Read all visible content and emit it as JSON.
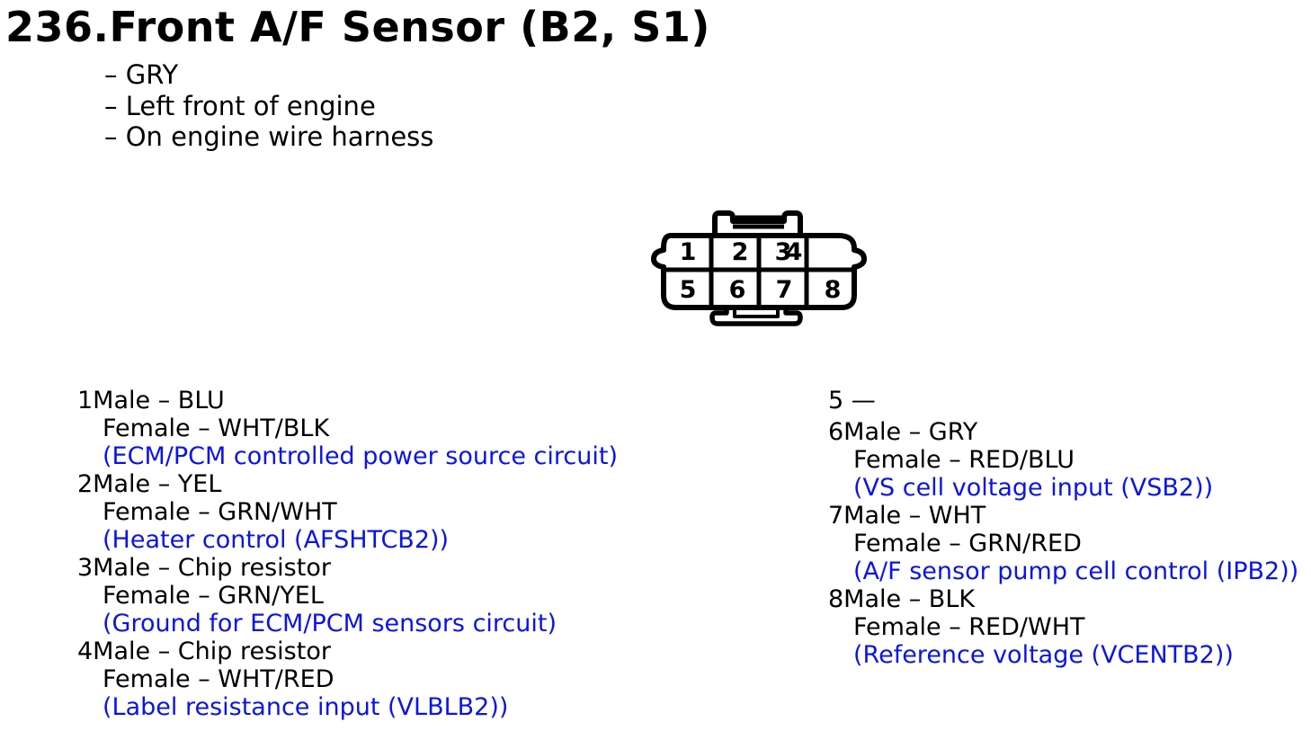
{
  "page": {
    "title": "236.Front A/F Sensor (B2, S1)",
    "details": [
      "– GRY",
      "– Left front of engine",
      "– On engine wire harness"
    ]
  },
  "connector": {
    "cavities": [
      "1",
      "2",
      "3",
      "4",
      "5",
      "6",
      "7",
      "8"
    ],
    "colors": {
      "stroke": "#000000",
      "fill": "#ffffff"
    }
  },
  "pins": {
    "left": [
      {
        "male": "1Male – BLU",
        "female": "Female – WHT/BLK",
        "desc": "(ECM/PCM controlled power source circuit)"
      },
      {
        "male": "2Male – YEL",
        "female": "Female – GRN/WHT",
        "desc": "(Heater control (AFSHTCB2))"
      },
      {
        "male": "3Male – Chip resistor",
        "female": "Female – GRN/YEL",
        "desc": "(Ground for ECM/PCM sensors circuit)"
      },
      {
        "male": "4Male – Chip resistor",
        "female": "Female – WHT/RED",
        "desc": "(Label resistance input (VLBLB2))"
      }
    ],
    "right_empty": "5 —",
    "right": [
      {
        "male": "6Male – GRY",
        "female": "Female – RED/BLU",
        "desc": "(VS cell voltage input (VSB2))"
      },
      {
        "male": "7Male – WHT",
        "female": "Female – GRN/RED",
        "desc": "(A/F sensor pump cell control (IPB2))"
      },
      {
        "male": "8Male – BLK",
        "female": "Female – RED/WHT",
        "desc": "(Reference voltage (VCENTB2))"
      }
    ]
  },
  "colors": {
    "description_text": "#0a14e6",
    "text": "#000000",
    "background": "#ffffff"
  }
}
